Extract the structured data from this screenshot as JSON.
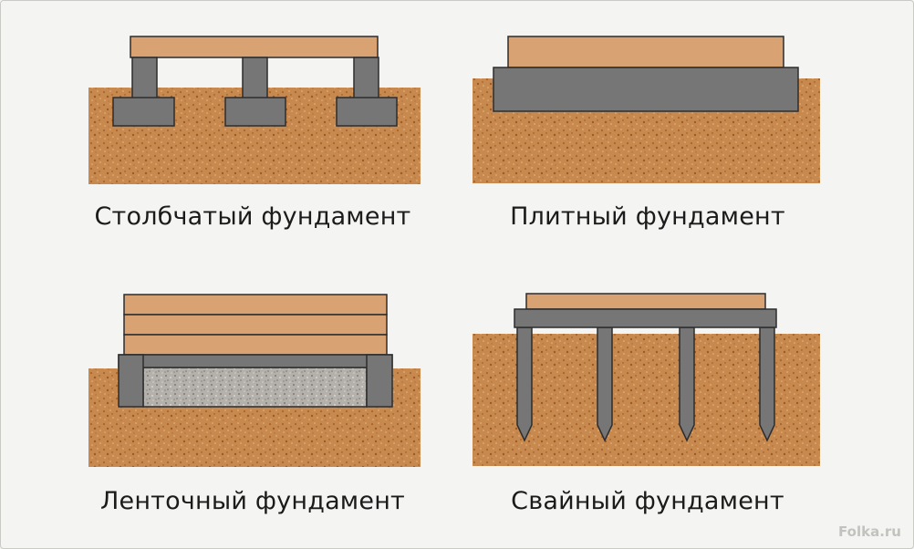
{
  "diagrams": [
    {
      "id": "columnar",
      "label": "Столбчатый фундамент"
    },
    {
      "id": "slab",
      "label": "Плитный фундамент"
    },
    {
      "id": "strip",
      "label": "Ленточный фундамент"
    },
    {
      "id": "pile",
      "label": "Свайный фундамент"
    }
  ],
  "watermark": "Folka.ru",
  "colors": {
    "soil": "#c8894e",
    "soil_dark": "#9e5f2c",
    "concrete": "#767676",
    "wood": "#d8a272",
    "gravel": "#b3b0ab",
    "outline": "#2d2d2d",
    "background": "#f4f4f2"
  }
}
